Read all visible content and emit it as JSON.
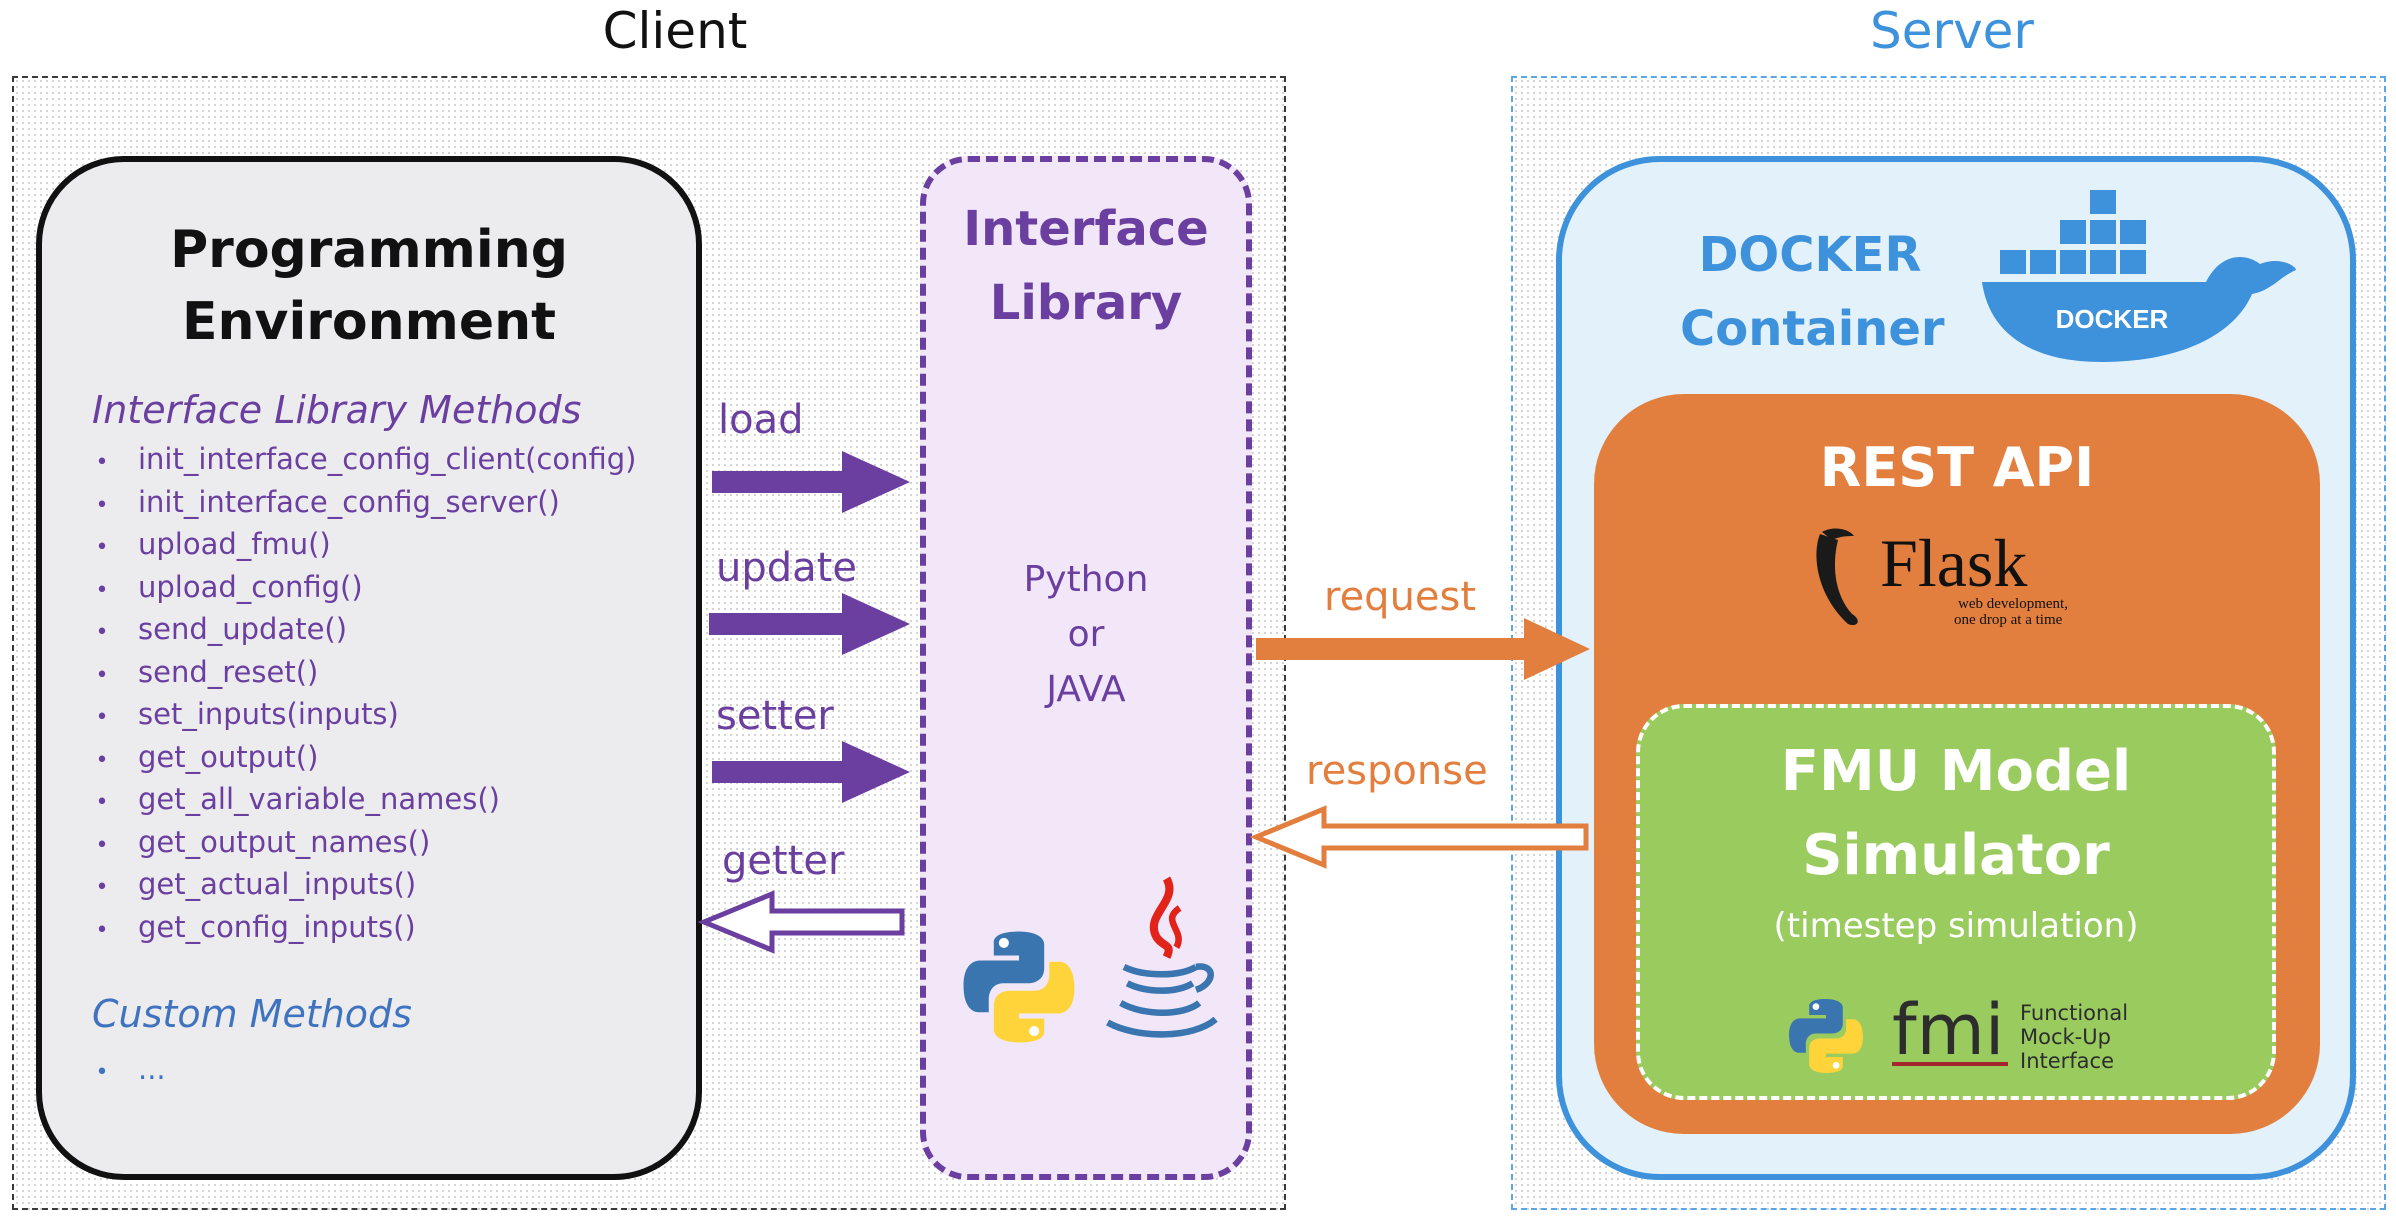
{
  "regions": {
    "client_title": "Client",
    "server_title": "Server"
  },
  "programming_environment": {
    "title_line1": "Programming",
    "title_line2": "Environment",
    "methods_heading": "Interface Library Methods",
    "methods": [
      "init_interface_config_client(config)",
      "init_interface_config_server()",
      "upload_fmu()",
      "upload_config()",
      "send_update()",
      "send_reset()",
      "set_inputs(inputs)",
      "get_output()",
      "get_all_variable_names()",
      "get_output_names()",
      "get_actual_inputs()",
      "get_config_inputs()"
    ],
    "custom_heading": "Custom Methods",
    "custom_methods": [
      "..."
    ],
    "bullet": "•"
  },
  "interface_library": {
    "title_line1": "Interface",
    "title_line2": "Library",
    "lang_line1": "Python",
    "lang_line2": "or",
    "lang_line3": "JAVA"
  },
  "arrows": {
    "load": "load",
    "update": "update",
    "setter": "setter",
    "getter": "getter",
    "request": "request",
    "response": "response"
  },
  "docker": {
    "title_line1": "DOCKER",
    "title_line2": "Container",
    "logo_text": "DOCKER"
  },
  "rest_api": {
    "title": "REST API",
    "flask_logo": "Flask",
    "flask_tagline1": "web development,",
    "flask_tagline2": "one drop at a time"
  },
  "fmu": {
    "title_line1": "FMU Model",
    "title_line2": "Simulator",
    "subtitle": "(timestep simulation)",
    "fmi_logo": "fmi",
    "fmi_line1": "Functional",
    "fmi_line2": "Mock-Up",
    "fmi_line3": "Interface"
  },
  "colors": {
    "purple": "#6b3fa0",
    "orange": "#e27f3e",
    "docker_blue": "#3d92db",
    "fmu_green": "#9acb5f"
  },
  "icons": [
    "python-logo-icon",
    "java-logo-icon",
    "docker-whale-icon",
    "flask-horn-icon",
    "fmi-logo-icon"
  ]
}
